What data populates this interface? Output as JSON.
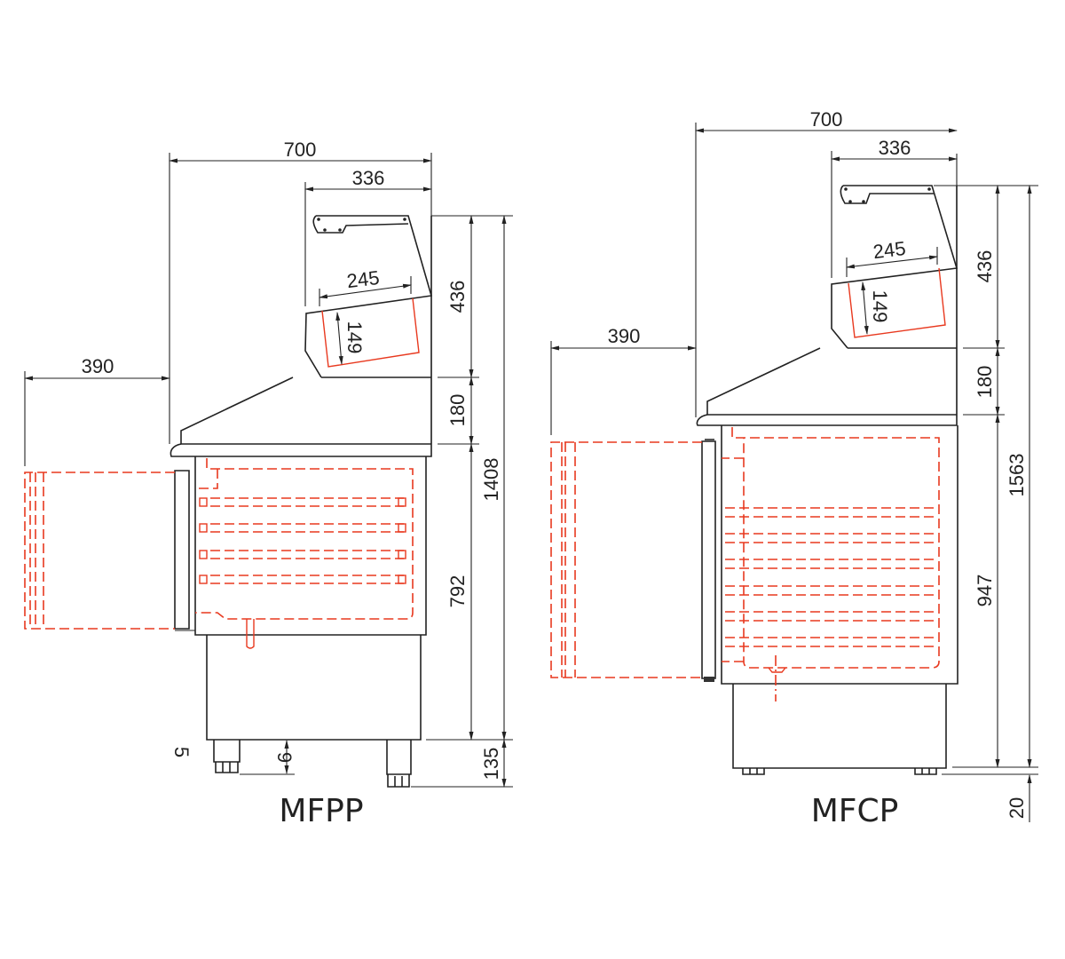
{
  "drawings": [
    {
      "model": "MFPP",
      "dimensions": {
        "overall_depth": "700",
        "display_depth": "336",
        "inner_display_width": "245",
        "inner_display_height": "149",
        "door_open_clearance": "390",
        "display_height": "436",
        "top_step": "180",
        "cabinet_height": "792",
        "overall_height": "1408",
        "leg_height": "135",
        "leg_adjust": "9",
        "leg_offset": "5"
      }
    },
    {
      "model": "MFCP",
      "dimensions": {
        "overall_depth": "700",
        "display_depth": "336",
        "inner_display_width": "245",
        "inner_display_height": "149",
        "door_open_clearance": "390",
        "display_height": "436",
        "top_step": "180",
        "cabinet_height": "947",
        "overall_height": "1563",
        "foot_height": "20"
      }
    }
  ],
  "colors": {
    "line": "#222222",
    "hidden_red": "#e8391f",
    "background": "#ffffff"
  }
}
